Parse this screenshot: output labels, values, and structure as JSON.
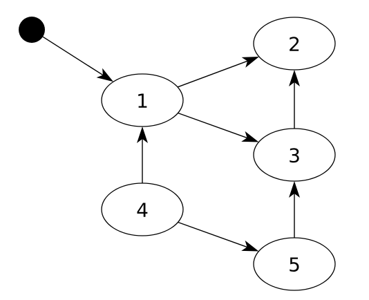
{
  "diagram": {
    "type": "directed-graph",
    "start_marker": "filled-circle",
    "start_target": "1",
    "nodes": [
      {
        "id": "1",
        "label": "1"
      },
      {
        "id": "2",
        "label": "2"
      },
      {
        "id": "3",
        "label": "3"
      },
      {
        "id": "4",
        "label": "4"
      },
      {
        "id": "5",
        "label": "5"
      }
    ],
    "edges": [
      {
        "from": "1",
        "to": "2"
      },
      {
        "from": "1",
        "to": "3"
      },
      {
        "from": "3",
        "to": "2"
      },
      {
        "from": "4",
        "to": "1"
      },
      {
        "from": "4",
        "to": "5"
      },
      {
        "from": "5",
        "to": "3"
      }
    ],
    "colors": {
      "stroke": "#000000",
      "fill": "#ffffff",
      "start_marker": "#000000"
    }
  }
}
